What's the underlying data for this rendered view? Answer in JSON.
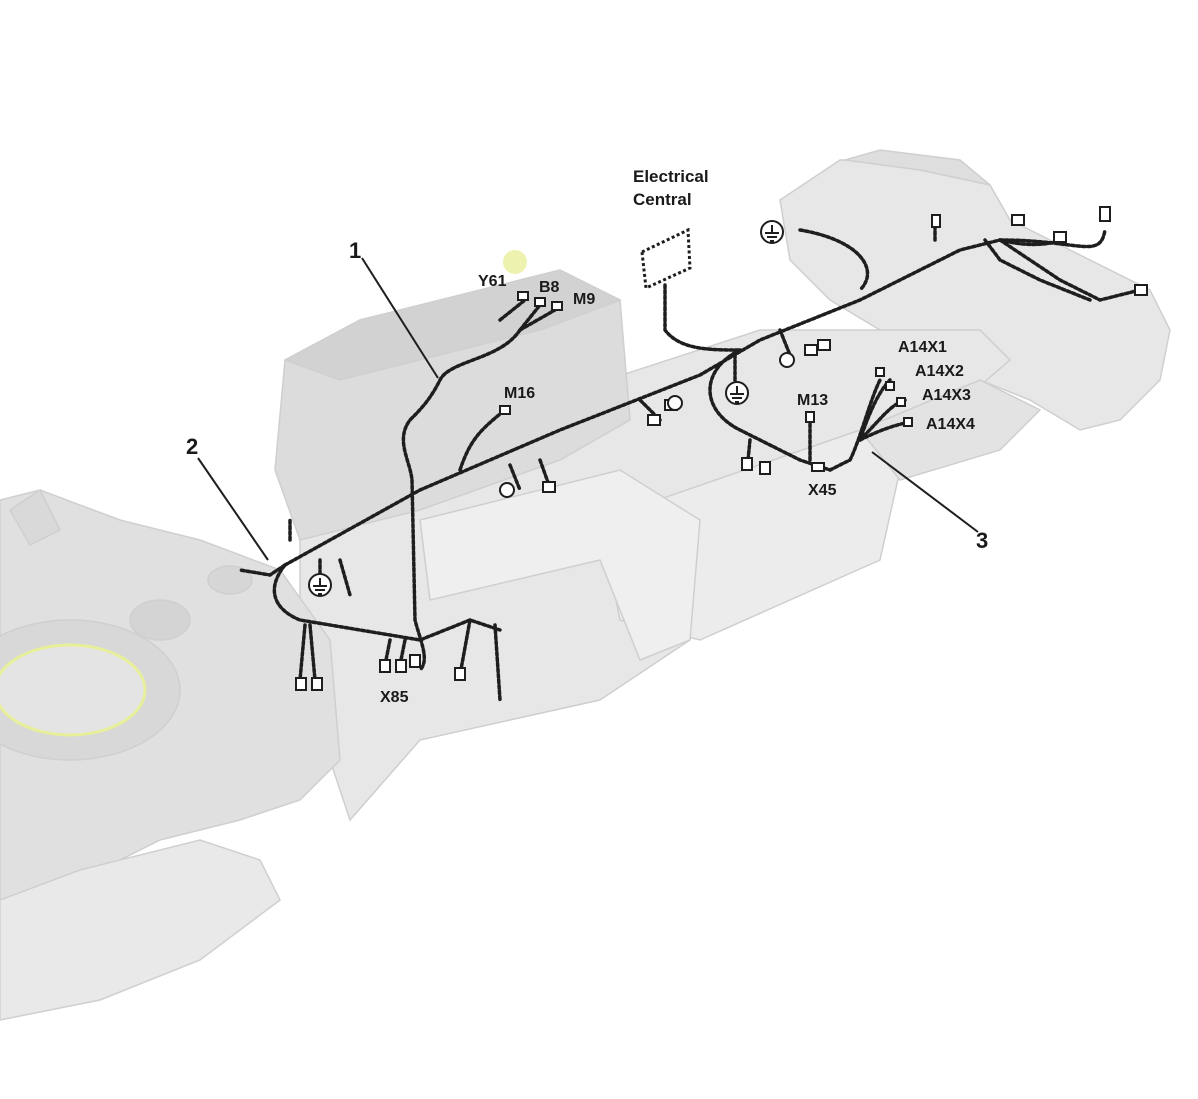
{
  "callouts": {
    "c1": "1",
    "c2": "2",
    "c3": "3"
  },
  "connectors": {
    "y61": "Y61",
    "b8": "B8",
    "m9": "M9",
    "m16": "M16",
    "x85": "X85",
    "m13": "M13",
    "x45": "X45",
    "a14x1": "A14X1",
    "a14x2": "A14X2",
    "a14x3": "A14X3",
    "a14x4": "A14X4"
  },
  "electrical_central": {
    "line1": "Electrical",
    "line2": "Central"
  },
  "colors": {
    "harness": "#1e1e1e",
    "machine_fill": "#e6e6e6",
    "machine_edge": "#c9c9c9",
    "accent": "#e8ef9a"
  }
}
